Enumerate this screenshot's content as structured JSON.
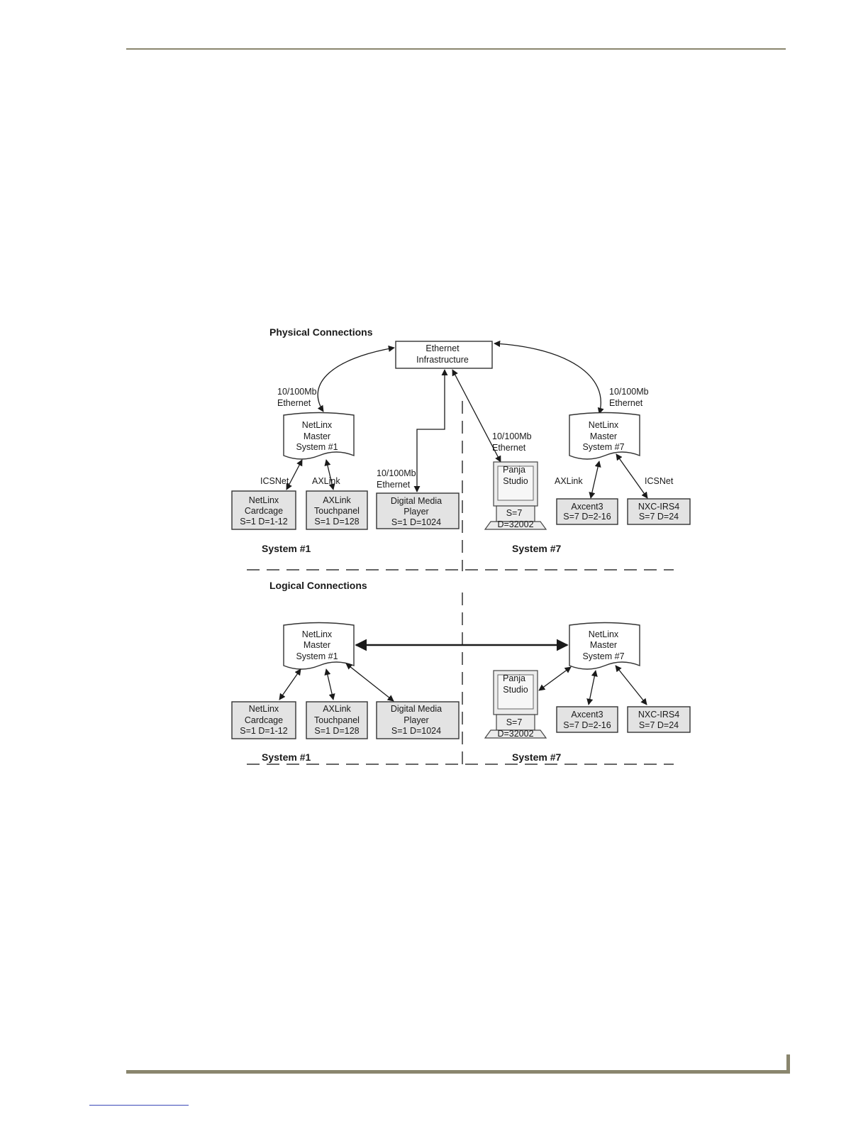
{
  "diagram": {
    "physical": {
      "header": "Physical Connections",
      "ethernet": [
        "Ethernet",
        "Infrastructure"
      ],
      "link_left": [
        "10/100Mb",
        "Ethernet"
      ],
      "link_right": [
        "10/100Mb",
        "Ethernet"
      ],
      "link_dmp": [
        "10/100Mb",
        "Ethernet"
      ],
      "link_pc": [
        "10/100Mb",
        "Ethernet"
      ],
      "master1": [
        "NetLinx",
        "Master",
        "System  #1"
      ],
      "master7": [
        "NetLinx",
        "Master",
        "System  #7"
      ],
      "icsnet_left": "ICSNet",
      "axlink_left": "AXLink",
      "axlink_right": "AXLink",
      "icsnet_right": "ICSNet",
      "cardcage": [
        "NetLinx",
        "Cardcage",
        "S=1 D=1-12"
      ],
      "touchpanel": [
        "AXLink",
        "Touchpanel",
        "S=1 D=128"
      ],
      "dmp": [
        "Digital Media",
        "Player",
        "S=1 D=1024"
      ],
      "pc": [
        "Panja",
        "Studio"
      ],
      "pc_id": [
        "S=7",
        "D=32002"
      ],
      "axcent": [
        "Axcent3",
        "S=7 D=2-16"
      ],
      "nxc": [
        "NXC-IRS4",
        "S=7 D=24"
      ],
      "system1": "System #1",
      "system7": "System #7"
    },
    "logical": {
      "header": "Logical Connections",
      "master1": [
        "NetLinx",
        "Master",
        "System  #1"
      ],
      "master7": [
        "NetLinx",
        "Master",
        "System  #7"
      ],
      "cardcage": [
        "NetLinx",
        "Cardcage",
        "S=1 D=1-12"
      ],
      "touchpanel": [
        "AXLink",
        "Touchpanel",
        "S=1 D=128"
      ],
      "dmp": [
        "Digital Media",
        "Player",
        "S=1 D=1024"
      ],
      "pc": [
        "Panja",
        "Studio"
      ],
      "pc_id": [
        "S=7",
        "D=32002"
      ],
      "axcent": [
        "Axcent3",
        "S=7 D=2-16"
      ],
      "nxc": [
        "NXC-IRS4",
        "S=7 D=24"
      ],
      "system1": "System #1",
      "system7": "System #7"
    }
  }
}
